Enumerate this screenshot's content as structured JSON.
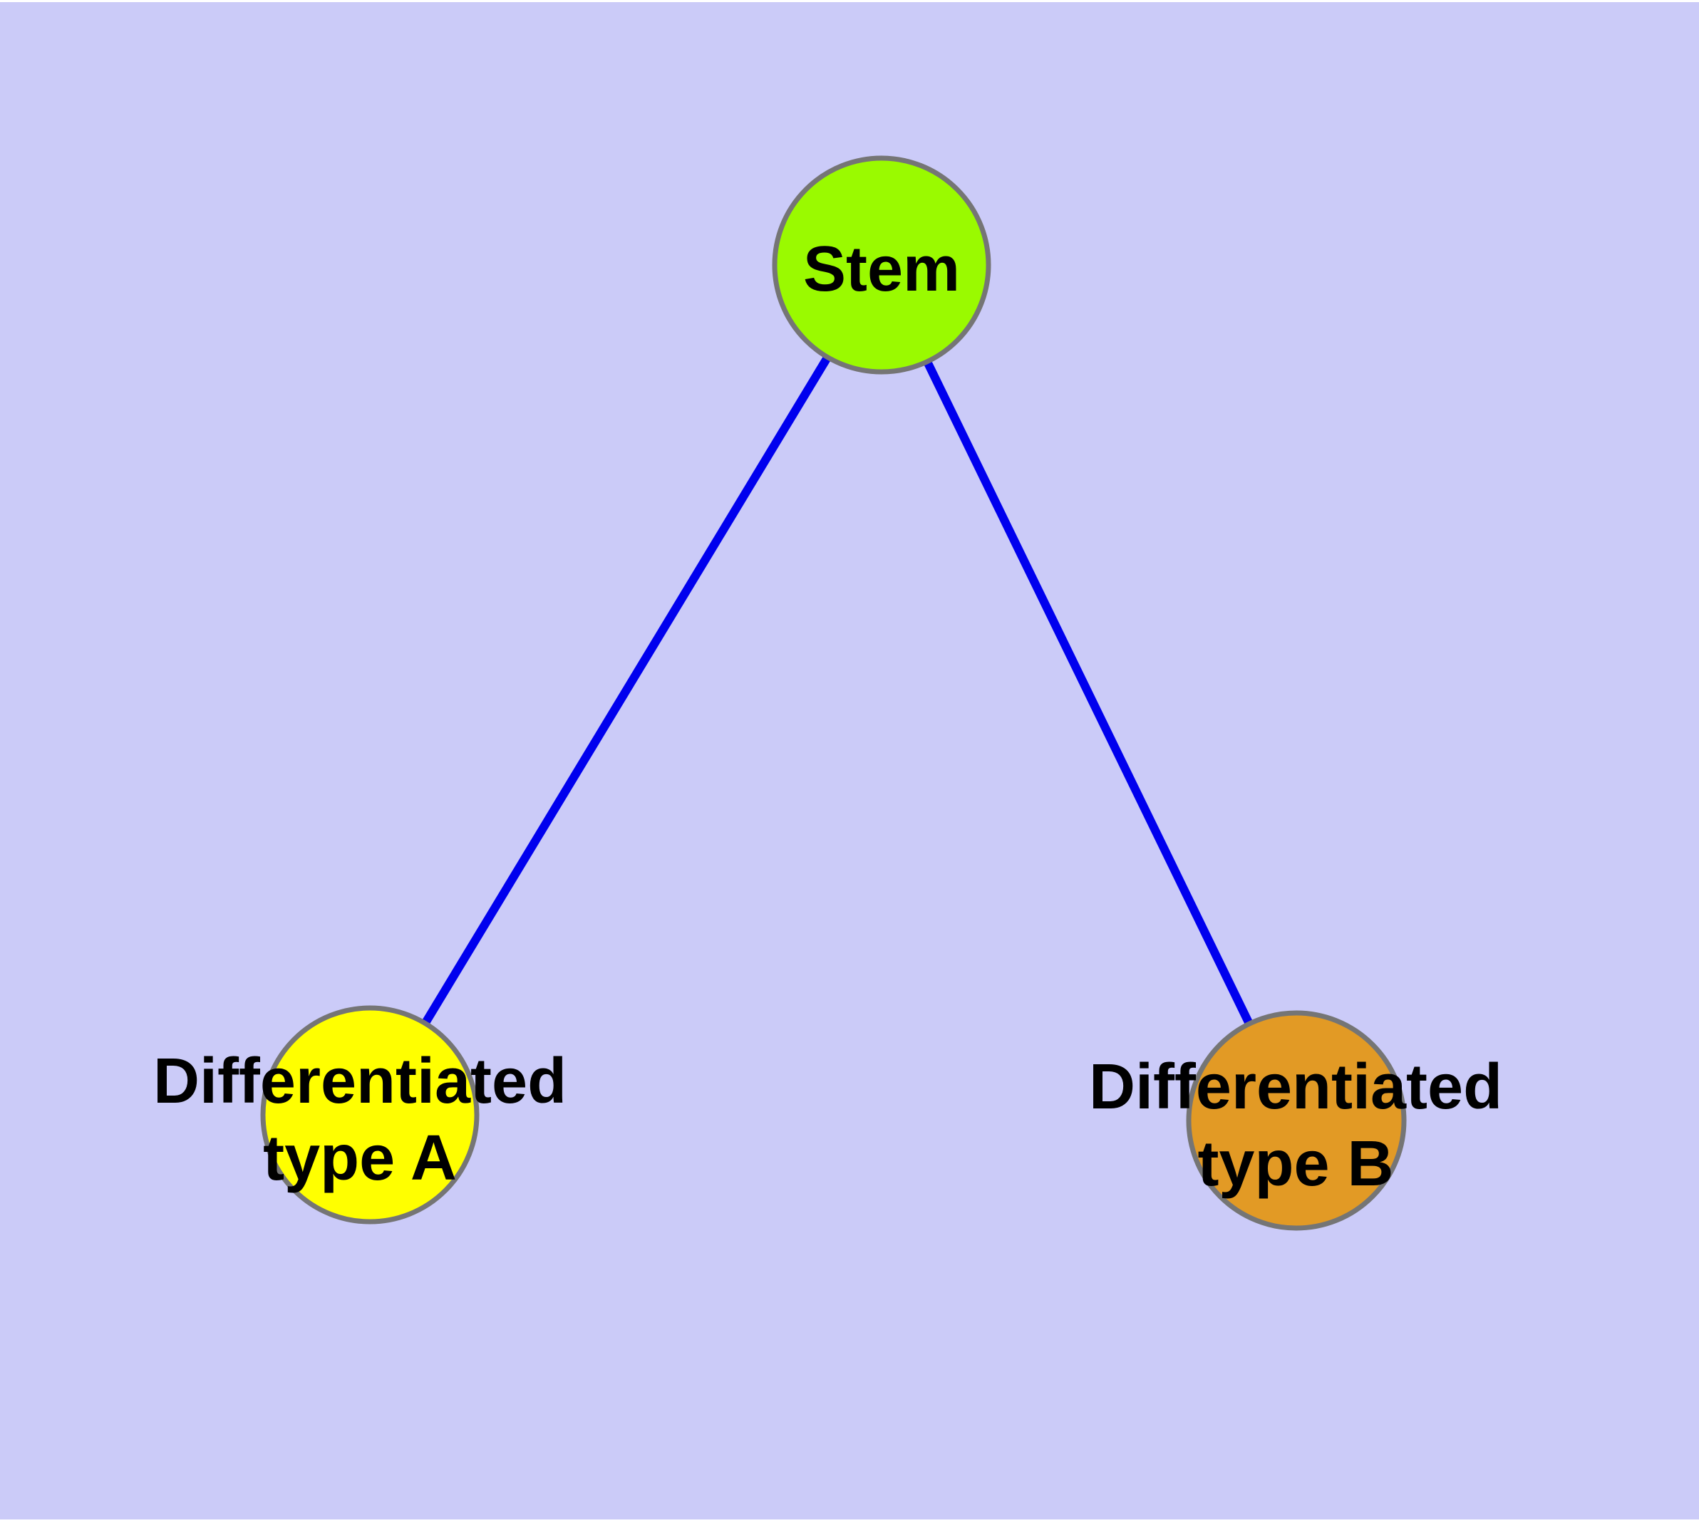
{
  "canvas": {
    "background_color": "#cbcbf8",
    "page_margin_color": "#ffffff"
  },
  "colors": {
    "node_border": "#757575",
    "edge": "#0000ee",
    "label_text": "#000000"
  },
  "nodes": {
    "stem": {
      "label": "Stem",
      "fill_color": "#9afa00"
    },
    "differentiated_a": {
      "label": "Differentiated\ntype A",
      "fill_color": "#ffff00"
    },
    "differentiated_b": {
      "label": "Differentiated\ntype B",
      "fill_color": "#e29a25"
    }
  },
  "edges": [
    {
      "from": "Stem",
      "to": "Differentiated type A"
    },
    {
      "from": "Stem",
      "to": "Differentiated type B"
    }
  ]
}
